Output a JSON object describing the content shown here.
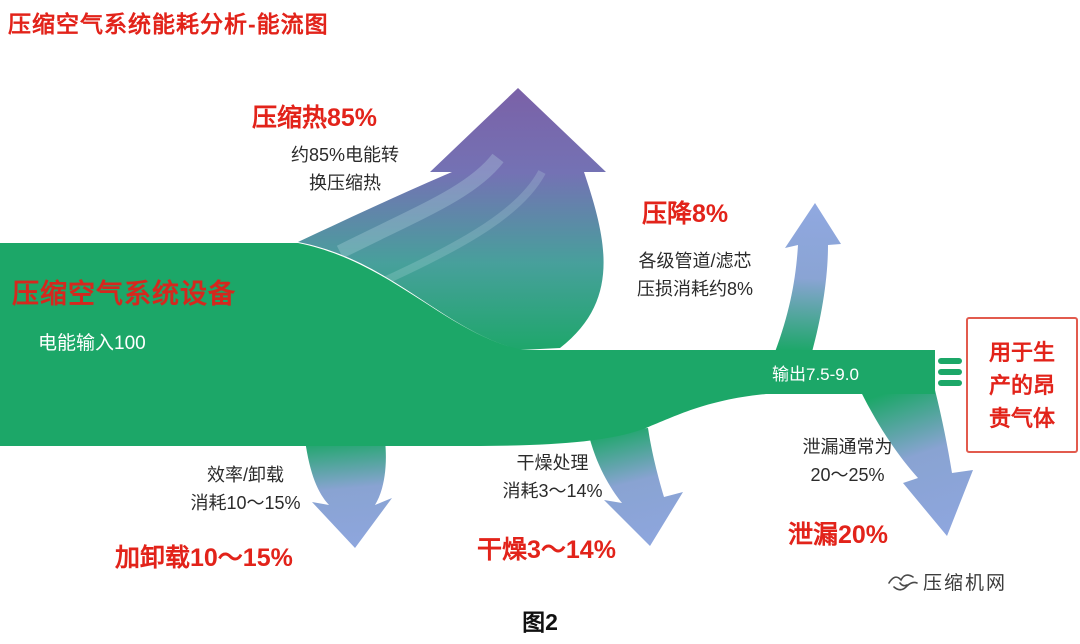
{
  "title": "压缩空气系统能耗分析-能流图",
  "caption": "图2",
  "brand": "压缩机网",
  "colors": {
    "label_red": "#e2231a",
    "flow_green": "#1ca768",
    "flow_purple": "#7a62a8",
    "flow_blue": "#8ba2dc",
    "box_border_red": "#e25b4e"
  },
  "system": {
    "device_label": "压缩空气系统设备",
    "input_label": "电能输入100",
    "output_label": "输出7.5-9.0",
    "output_box_label": "用于生\n产的昂\n贵气体"
  },
  "flows": [
    {
      "label": "压缩热85%",
      "note": "约85%电能转\n换压缩热"
    },
    {
      "label": "压降8%",
      "note": "各级管道/滤芯\n压损消耗约8%"
    },
    {
      "label": "加卸载10～15%",
      "note": "效率/卸载\n消耗10～15%"
    },
    {
      "label": "干燥3～14%",
      "note": "干燥处理\n消耗3～14%"
    },
    {
      "label": "泄漏20%",
      "note": "泄漏通常为\n20～25%"
    }
  ]
}
